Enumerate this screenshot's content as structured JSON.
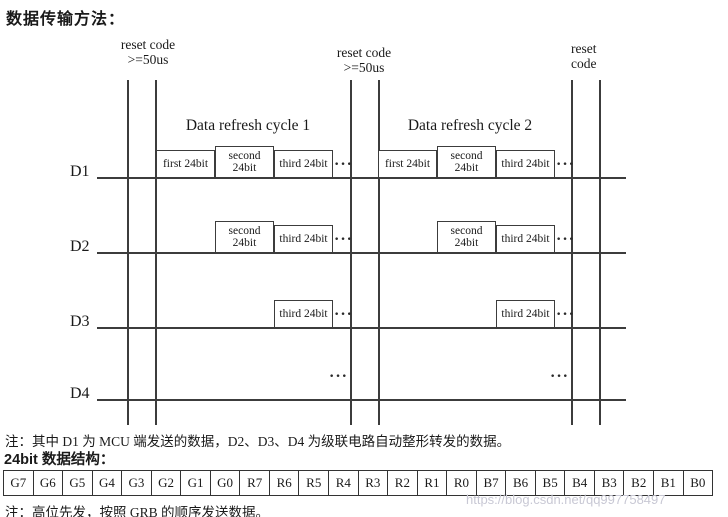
{
  "title": "数据传输方法：",
  "diagram": {
    "reset_labels": [
      {
        "line1": "reset code",
        "line2": ">=50us"
      },
      {
        "line1": "reset code",
        "line2": ">=50us"
      },
      {
        "line1": "reset",
        "line2": "code"
      }
    ],
    "cycle_labels": {
      "cycle1": "Data refresh cycle 1",
      "cycle2": "Data refresh cycle 2"
    },
    "box_labels": {
      "first": "first 24bit",
      "second_line1": "second",
      "second_line2": "24bit",
      "third": "third 24bit"
    },
    "ellipsis": "···",
    "signals": [
      {
        "label": "D1"
      },
      {
        "label": "D2"
      },
      {
        "label": "D3"
      },
      {
        "label": "D4"
      }
    ]
  },
  "notes": {
    "note1": "注：其中 D1 为 MCU 端发送的数据，D2、D3、D4 为级联电路自动整形转发的数据。",
    "section_title": "24bit 数据结构：",
    "note2": "注：高位先发，按照 GRB 的顺序发送数据。"
  },
  "bit_table": {
    "cells": [
      "G7",
      "G6",
      "G5",
      "G4",
      "G3",
      "G2",
      "G1",
      "G0",
      "R7",
      "R6",
      "R5",
      "R4",
      "R3",
      "R2",
      "R1",
      "R0",
      "B7",
      "B6",
      "B5",
      "B4",
      "B3",
      "B2",
      "B1",
      "B0"
    ]
  },
  "watermark": "https://blog.csdn.net/qq997758497",
  "colors": {
    "line": "#3c3c3c",
    "text": "#1a1a1a",
    "watermark": "#c8c8d4",
    "background": "#ffffff"
  }
}
